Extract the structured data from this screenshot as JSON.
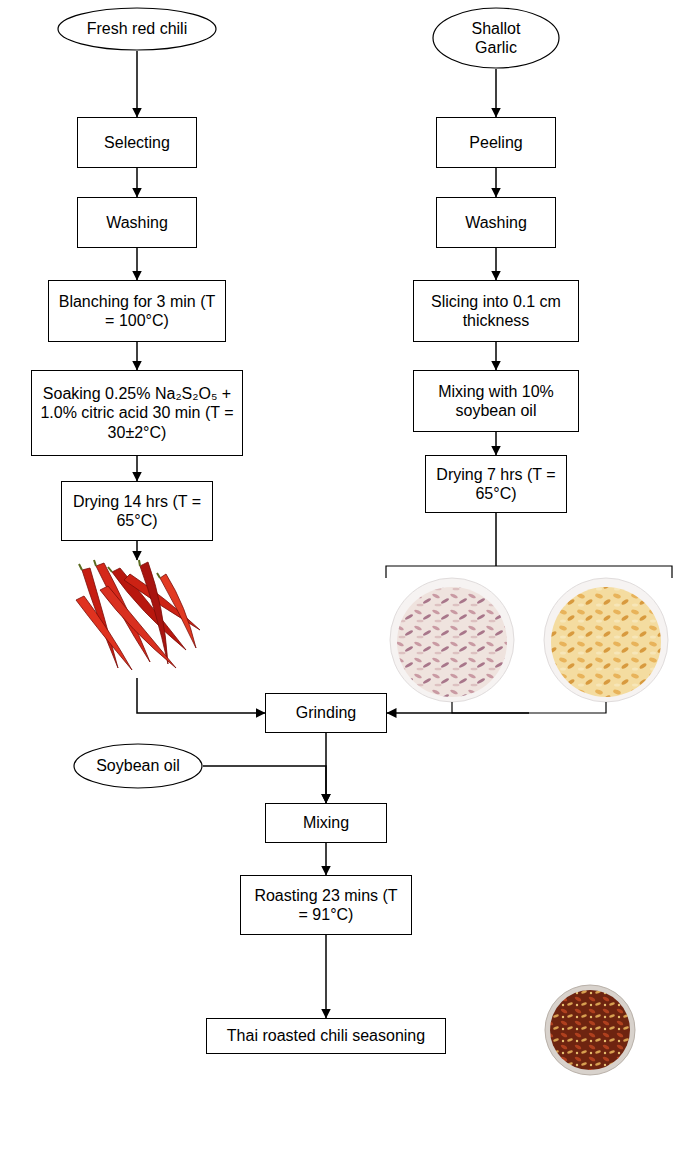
{
  "diagram": {
    "nodes": [
      {
        "text": [
          "Fresh red chili"
        ]
      },
      {
        "text": [
          "Selecting"
        ]
      },
      {
        "text": [
          "Washing"
        ]
      },
      {
        "text": [
          "Blanching for 3 min (T = 100°C)"
        ]
      },
      {
        "text": [
          "Soaking 0.25% Na₂S₂O₅ + 1.0% citric acid 30 min (T = 30±2°C)"
        ]
      },
      {
        "text": [
          "Drying 14 hrs (T = 65°C)"
        ]
      },
      {
        "text": [
          "Shallot Garlic"
        ]
      },
      {
        "text": [
          "Peeling"
        ]
      },
      {
        "text": [
          "Washing"
        ]
      },
      {
        "text": [
          "Slicing into 0.1 cm thickness"
        ]
      },
      {
        "text": [
          "Mixing with 10% soybean oil"
        ]
      },
      {
        "text": [
          "Drying 7 hrs (T = 65°C)"
        ]
      },
      {
        "text": [
          "Grinding"
        ]
      },
      {
        "text": [
          "Soybean oil"
        ]
      },
      {
        "text": [
          "Mixing"
        ]
      },
      {
        "text": [
          "Roasting 23 mins (T = 91°C)"
        ]
      },
      {
        "text": [
          "Thai roasted chili seasoning"
        ]
      }
    ],
    "edges": [
      {
        "from": 0,
        "to": 1,
        "arrow": "to"
      },
      {
        "from": 1,
        "to": 2,
        "arrow": "to"
      },
      {
        "from": 2,
        "to": 3,
        "arrow": "to"
      },
      {
        "from": 3,
        "to": 4,
        "arrow": "to"
      },
      {
        "from": 4,
        "to": 5,
        "arrow": "to"
      },
      {
        "from": 5,
        "to": 12,
        "arrow": "to"
      },
      {
        "from": 6,
        "to": 7,
        "arrow": "to"
      },
      {
        "from": 7,
        "to": 8,
        "arrow": "to"
      },
      {
        "from": 8,
        "to": 9,
        "arrow": "to"
      },
      {
        "from": 9,
        "to": 10,
        "arrow": "to"
      },
      {
        "from": 10,
        "to": 11,
        "arrow": "to"
      },
      {
        "from": 11,
        "to": 12,
        "arrow": "to"
      },
      {
        "from": 12,
        "to": 14,
        "arrow": "to"
      },
      {
        "from": 13,
        "to": 14,
        "arrow": "to"
      },
      {
        "from": 14,
        "to": 15,
        "arrow": "to"
      },
      {
        "from": 15,
        "to": 16,
        "arrow": "to"
      }
    ]
  }
}
